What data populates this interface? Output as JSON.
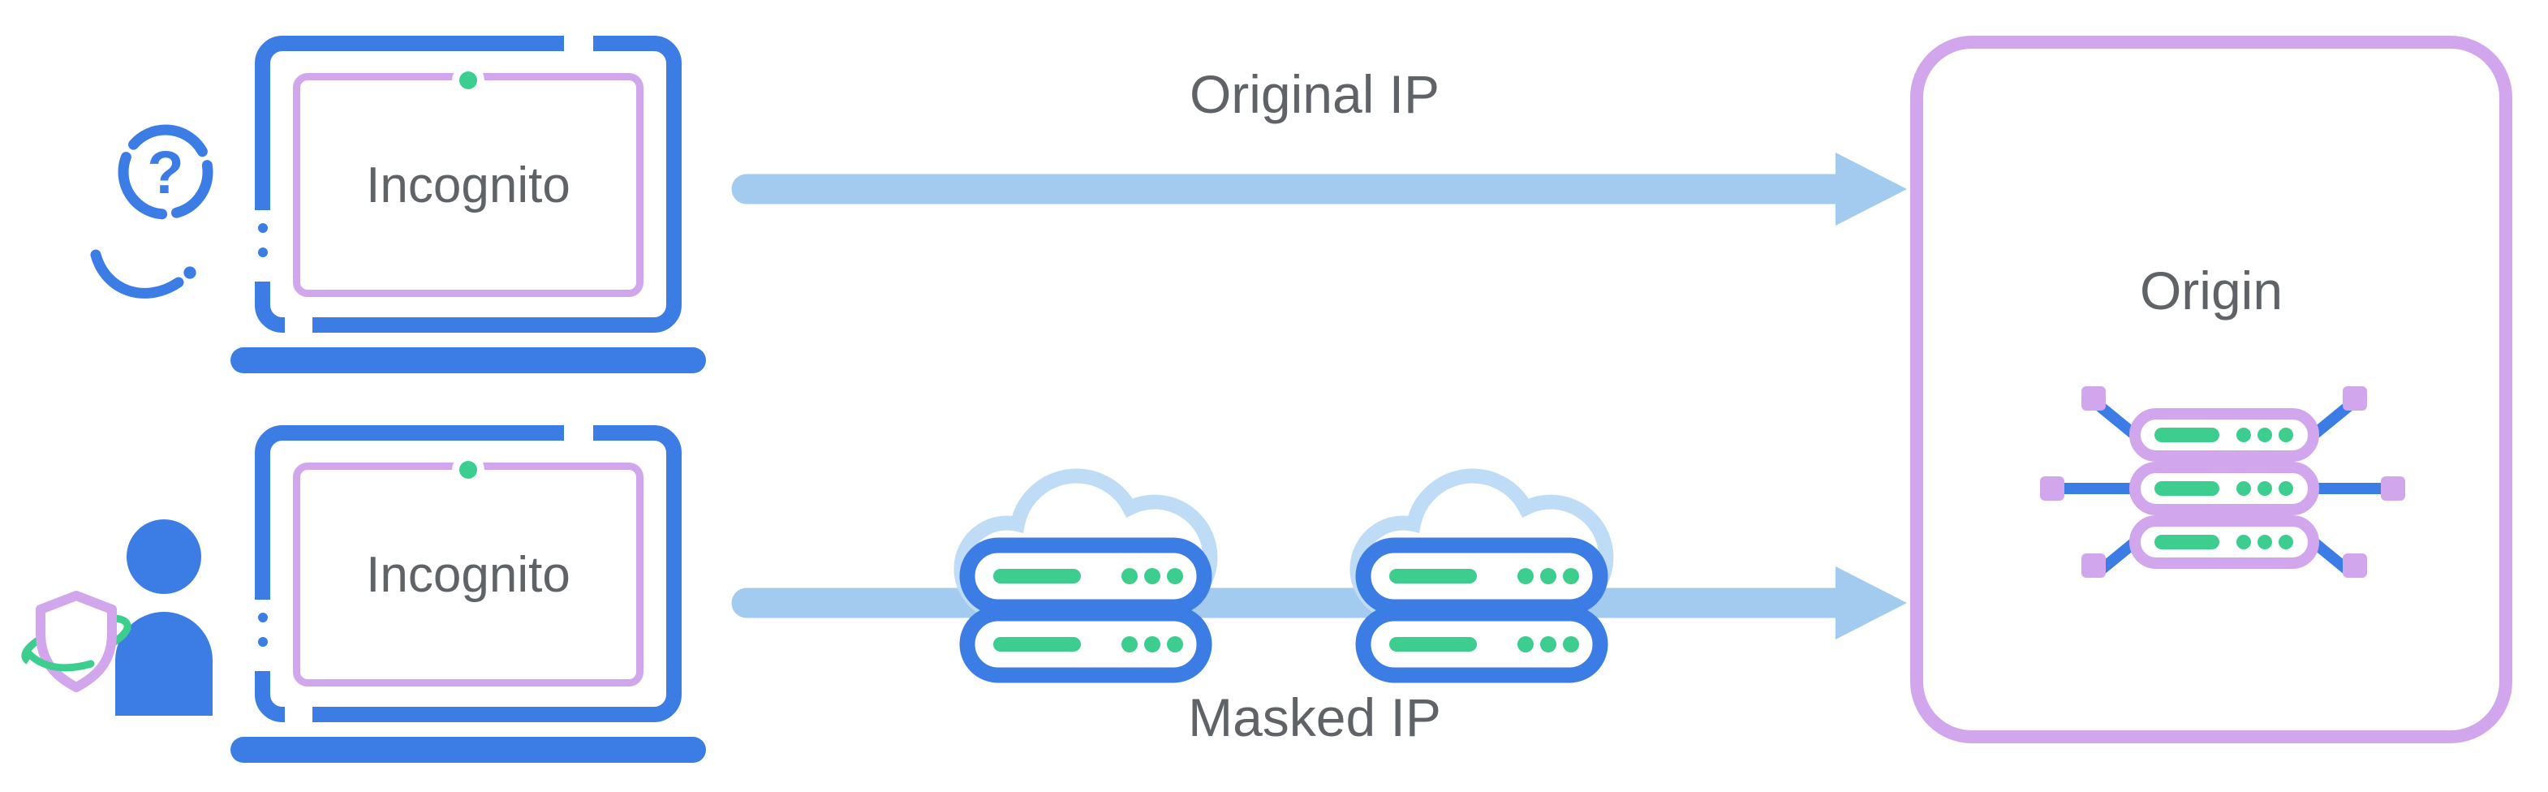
{
  "colors": {
    "blue": "#3C7CE5",
    "purple": "#D2A6ED",
    "light_blue": "#A3CBEF",
    "cloud_blue": "#BFDCF6",
    "green": "#3DCE8F",
    "text": "#5F6368",
    "background": "#FFFFFF"
  },
  "diagram": {
    "top_flow": {
      "user_icon": "anonymous-user-question-icon",
      "question_mark": "?",
      "device_label": "Incognito",
      "arrow_label": "Original IP"
    },
    "bottom_flow": {
      "user_icon": "protected-user-shield-icon",
      "device_label": "Incognito",
      "arrow_label": "Masked IP",
      "proxy_icons": [
        "proxy-server-cloud-icon",
        "proxy-server-cloud-icon"
      ]
    },
    "destination": {
      "label": "Origin",
      "icon": "origin-server-icon"
    }
  }
}
